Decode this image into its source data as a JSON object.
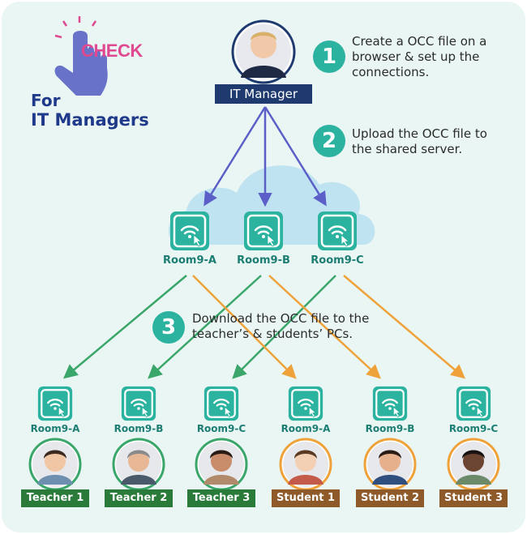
{
  "header": {
    "check": "CHECK",
    "for": "For",
    "audience": "IT Managers"
  },
  "manager": {
    "label": "IT Manager"
  },
  "steps": [
    {
      "number": "1",
      "text": "Create a OCC file on a\nbrowser & set up the\nconnections."
    },
    {
      "number": "2",
      "text": "Upload the OCC file to\nthe shared server."
    },
    {
      "number": "3",
      "text": "Download the OCC file to the\nteacher’s & students’ PCs."
    }
  ],
  "server_rooms": [
    "Room9-A",
    "Room9-B",
    "Room9-C"
  ],
  "pcs": [
    {
      "room": "Room9-A",
      "user": "Teacher 1",
      "role": "teacher"
    },
    {
      "room": "Room9-B",
      "user": "Teacher 2",
      "role": "teacher"
    },
    {
      "room": "Room9-C",
      "user": "Teacher 3",
      "role": "teacher"
    },
    {
      "room": "Room9-A",
      "user": "Student 1",
      "role": "student"
    },
    {
      "room": "Room9-B",
      "user": "Student 2",
      "role": "student"
    },
    {
      "room": "Room9-C",
      "user": "Student 3",
      "role": "student"
    }
  ],
  "colors": {
    "teal": "#2bb3a0",
    "navy": "#1e3a6e",
    "blue_arrow": "#5b5fc7",
    "green_arrow": "#3aa66a",
    "orange_arrow": "#f0a23a",
    "teacher_tag": "#2a7a3a",
    "student_tag": "#8e5a2a",
    "cloud": "#bfe3f0"
  }
}
